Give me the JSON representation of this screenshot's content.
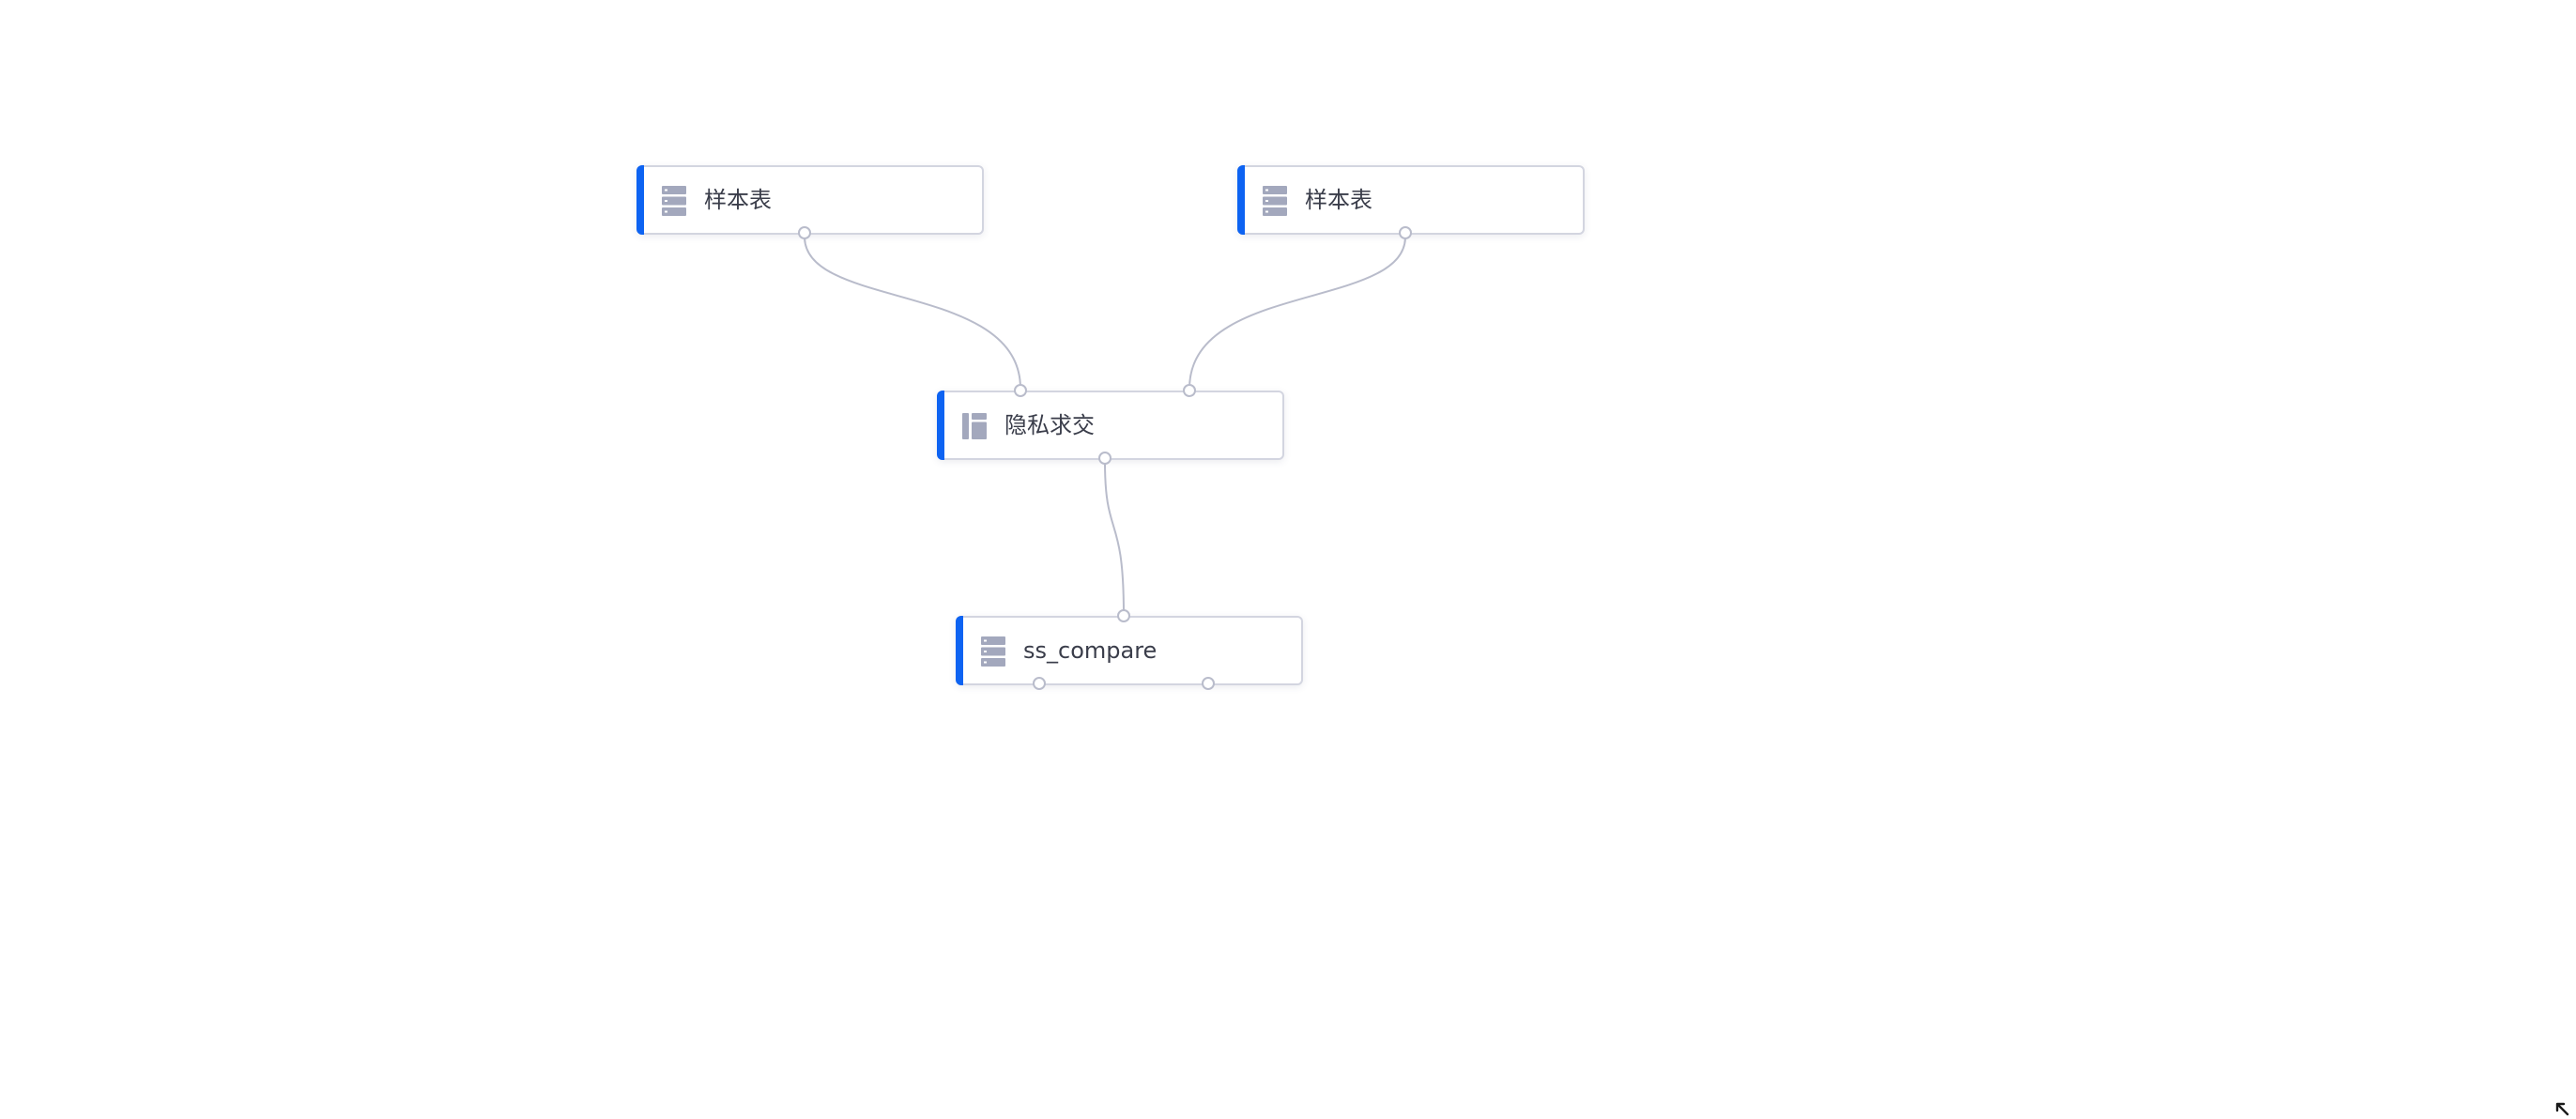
{
  "canvas": {
    "edge_color": "#b9bccb",
    "accent_color": "#0d63f2"
  },
  "nodes": [
    {
      "id": "sample-table-1",
      "label": "样本表",
      "icon": "table-icon"
    },
    {
      "id": "sample-table-2",
      "label": "样本表",
      "icon": "table-icon"
    },
    {
      "id": "psi",
      "label": "隐私求交",
      "icon": "layout-icon"
    },
    {
      "id": "ss-compare",
      "label": "ss_compare",
      "icon": "table-icon"
    }
  ],
  "edges": [
    {
      "from": "sample-table-1",
      "to": "psi"
    },
    {
      "from": "sample-table-2",
      "to": "psi"
    },
    {
      "from": "psi",
      "to": "ss-compare"
    }
  ]
}
